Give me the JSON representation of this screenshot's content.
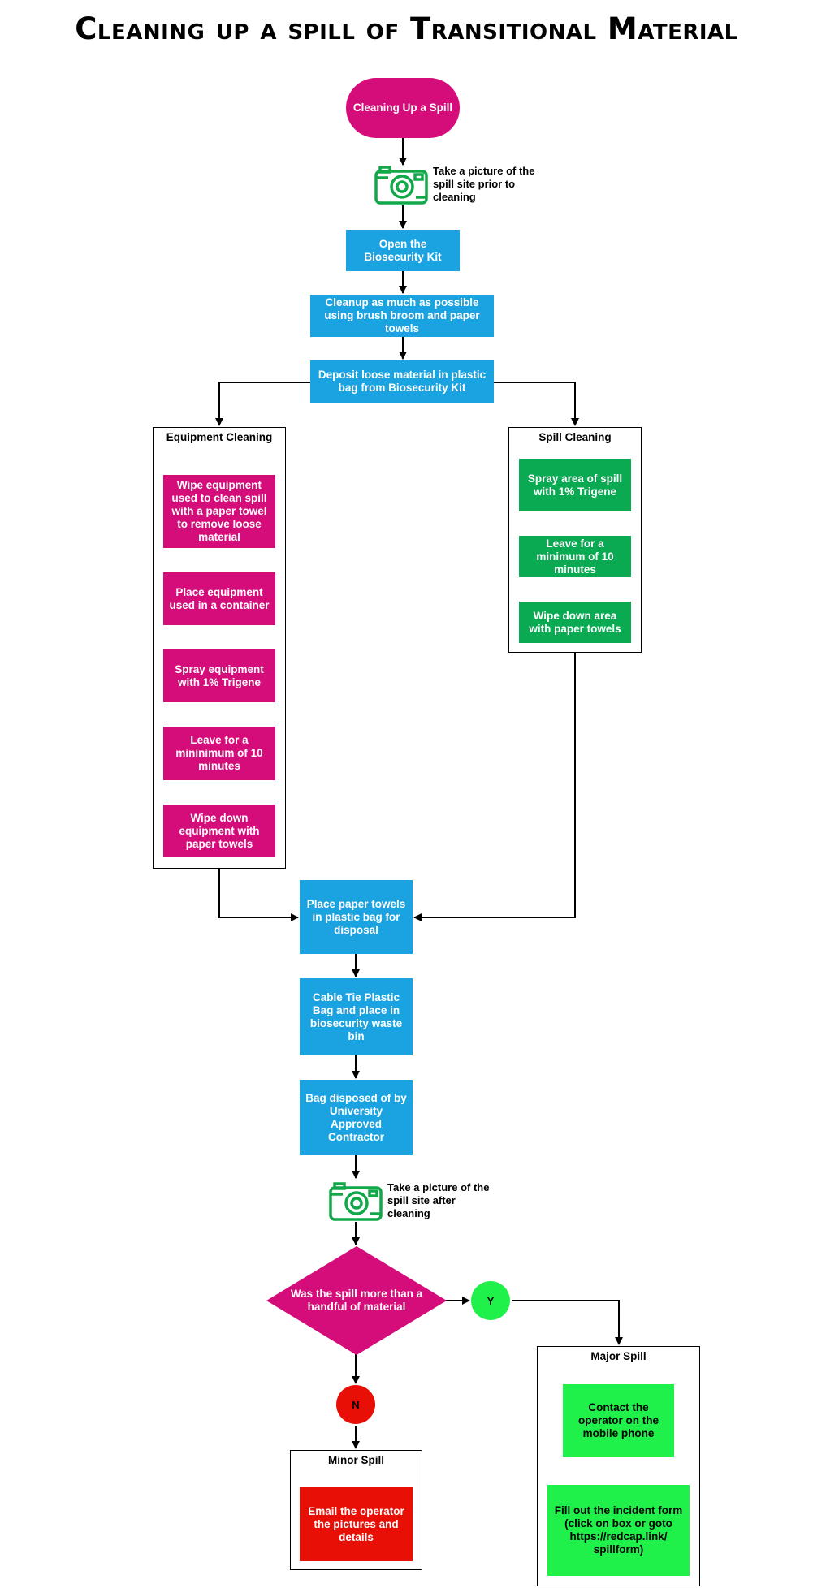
{
  "title": "Cleaning up a spill of Transitional Material",
  "colors": {
    "process": "#1aa3e0",
    "equipment": "#d40d7a",
    "spill": "#0aaa52",
    "major": "#1ff04a",
    "minor": "#e80f06",
    "camera": "#12a84a"
  },
  "start": "Cleaning Up a Spill",
  "photo_before": "Take a picture of the spill site prior to cleaning",
  "camera_icon": "camera-icon",
  "steps": {
    "open_kit": "Open the Biosecurity Kit",
    "cleanup": "Cleanup as much as possible using brush broom and paper towels",
    "deposit": "Deposit loose material in plastic bag from Biosecurity Kit"
  },
  "equipment": {
    "title": "Equipment Cleaning",
    "steps": [
      "Wipe equipment used to clean spill with a paper towel to remove loose material",
      "Place equipment used in a container",
      "Spray equipment with 1% Trigene",
      "Leave for a mininimum of 10 minutes",
      "Wipe down equipment with paper towels"
    ]
  },
  "spill": {
    "title": "Spill Cleaning",
    "steps": [
      "Spray area of spill with 1% Trigene",
      "Leave for a minimum of 10 minutes",
      "Wipe down area with  paper towels"
    ]
  },
  "disposal": {
    "place": "Place paper towels in plastic bag for disposal",
    "cable_tie": "Cable Tie Plastic Bag and place in biosecurity waste bin",
    "contractor": "Bag disposed of by University Approved Contractor"
  },
  "photo_after": "Take a picture of the spill site after cleaning",
  "decision": "Was the spill more than a handful of material",
  "yes": "Y",
  "no": "N",
  "major": {
    "title": "Major Spill",
    "contact": "Contact the operator on the mobile phone",
    "form": "Fill out the incident form (click on box or goto https://redcap.link/ spillform)"
  },
  "minor": {
    "title": "Minor Spill",
    "email": "Email the operator the pictures and details"
  }
}
